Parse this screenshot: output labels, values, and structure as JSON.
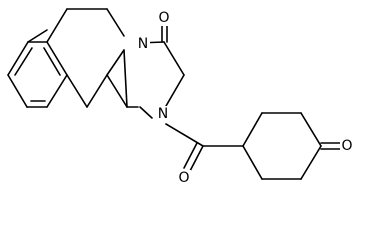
{
  "molecule": {
    "atoms": {
      "n1": "N",
      "n2": "N",
      "o1": "O",
      "o2": "O",
      "o3": "O"
    }
  }
}
